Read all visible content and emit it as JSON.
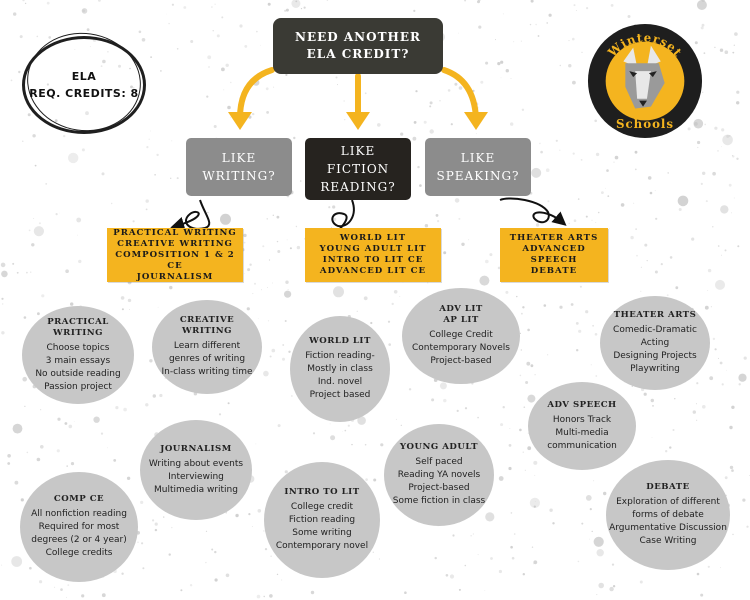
{
  "title": [
    "Need another",
    "ELA credit?"
  ],
  "requirement": [
    "ELA",
    "Req. credits: 8"
  ],
  "logo": {
    "top_text": "Winterset",
    "bottom_text": "Schools",
    "icon": "wolf-head-icon",
    "ring_color": "#1e1e1e",
    "accent_color": "#f4b41f"
  },
  "questions": [
    {
      "lines": [
        "Like",
        "writing?"
      ]
    },
    {
      "lines": [
        "Like",
        "fiction",
        "reading?"
      ]
    },
    {
      "lines": [
        "Like",
        "speaking?"
      ]
    }
  ],
  "course_groups": [
    {
      "lines": [
        "Practical Writing",
        "Creative Writing",
        "Composition 1 & 2 CE",
        "Journalism"
      ]
    },
    {
      "lines": [
        "World Lit",
        "Young Adult Lit",
        "Intro to Lit CE",
        "Advanced Lit CE"
      ]
    },
    {
      "lines": [
        "Theater Arts",
        "Advanced Speech",
        "Debate"
      ]
    }
  ],
  "bubbles": [
    {
      "title": "Practical Writing",
      "lines": [
        "Choose topics",
        "3 main essays",
        "No outside reading",
        "Passion project"
      ]
    },
    {
      "title": "Creative Writing",
      "lines": [
        "Learn different",
        "genres of writing",
        "In-class writing time"
      ]
    },
    {
      "title": "World Lit",
      "lines": [
        "Fiction reading-",
        "Mostly in class",
        "Ind. novel",
        "Project based"
      ]
    },
    {
      "title": "Adv Lit\nAP Lit",
      "lines": [
        "College Credit",
        "Contemporary Novels",
        "Project-based"
      ]
    },
    {
      "title": "Theater Arts",
      "lines": [
        "Comedic-Dramatic",
        "Acting",
        "Designing Projects",
        "Playwriting"
      ]
    },
    {
      "title": "Journalism",
      "lines": [
        "Writing about events",
        "Interviewing",
        "Multimedia writing"
      ]
    },
    {
      "title": "Adv Speech",
      "lines": [
        "Honors Track",
        "Multi-media",
        "communication"
      ]
    },
    {
      "title": "Young Adult",
      "lines": [
        "Self paced",
        "Reading YA novels",
        "Project-based",
        "Some fiction in class"
      ]
    },
    {
      "title": "Comp CE",
      "lines": [
        "All nonfiction reading",
        "Required for most",
        "degrees (2 or 4 year)",
        "College credits"
      ]
    },
    {
      "title": "Intro to Lit",
      "lines": [
        "College credit",
        "Fiction reading",
        "Some writing",
        "Contemporary novel"
      ]
    },
    {
      "title": "Debate",
      "lines": [
        "Exploration of different",
        "forms of debate",
        "Argumentative Discussion",
        "Case Writing"
      ]
    }
  ],
  "colors": {
    "accent": "#f4b41f",
    "dark": "#3a3a34",
    "grey_box": "#8c8c8c",
    "bubble": "#c7c7c7"
  }
}
